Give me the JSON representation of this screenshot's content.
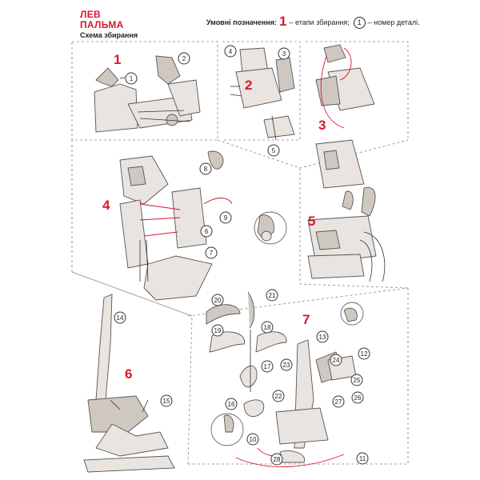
{
  "header": {
    "title_line1": "ЛЕВ",
    "title_line2": "ПАЛЬМА",
    "subtitle": "Схема збирання"
  },
  "legend": {
    "label": "Умовні позначення:",
    "step_symbol": "1",
    "step_text": "– етапи збирання;",
    "part_symbol": "1",
    "part_text": "– номер деталі."
  },
  "steps": [
    "1",
    "2",
    "3",
    "4",
    "5",
    "6",
    "7"
  ],
  "parts": [
    "1",
    "2",
    "3",
    "4",
    "5",
    "6",
    "7",
    "8",
    "9",
    "10",
    "11",
    "12",
    "13",
    "14",
    "15",
    "16",
    "17",
    "18",
    "19",
    "20",
    "21",
    "22",
    "23",
    "24",
    "25",
    "26",
    "27",
    "28"
  ]
}
